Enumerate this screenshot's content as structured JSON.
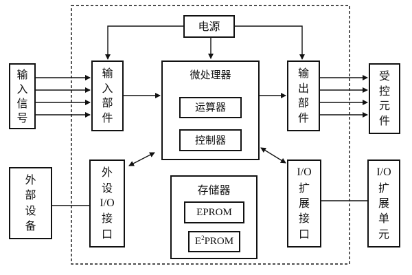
{
  "diagram": {
    "power": "电源",
    "input_signal": [
      "输",
      "入",
      "信",
      "号"
    ],
    "input_unit": [
      "输",
      "入",
      "部",
      "件"
    ],
    "cpu_title": "微处理器",
    "alu": "运算器",
    "controller": "控制器",
    "output_unit": [
      "输",
      "出",
      "部",
      "件"
    ],
    "controlled": [
      "受",
      "控",
      "元",
      "件"
    ],
    "external_device": [
      "外",
      "部",
      "设",
      "备"
    ],
    "peripheral_io": [
      "外",
      "设",
      "I/O",
      "接",
      "口"
    ],
    "memory_title": "存储器",
    "eprom": "EPROM",
    "e2prom_base": "E",
    "e2prom_sup": "2",
    "e2prom_rest": "PROM",
    "io_expansion_port": [
      "I/O",
      "扩",
      "展",
      "接",
      "口"
    ],
    "io_expansion_unit": [
      "I/O",
      "扩",
      "展",
      "单",
      "元"
    ]
  }
}
